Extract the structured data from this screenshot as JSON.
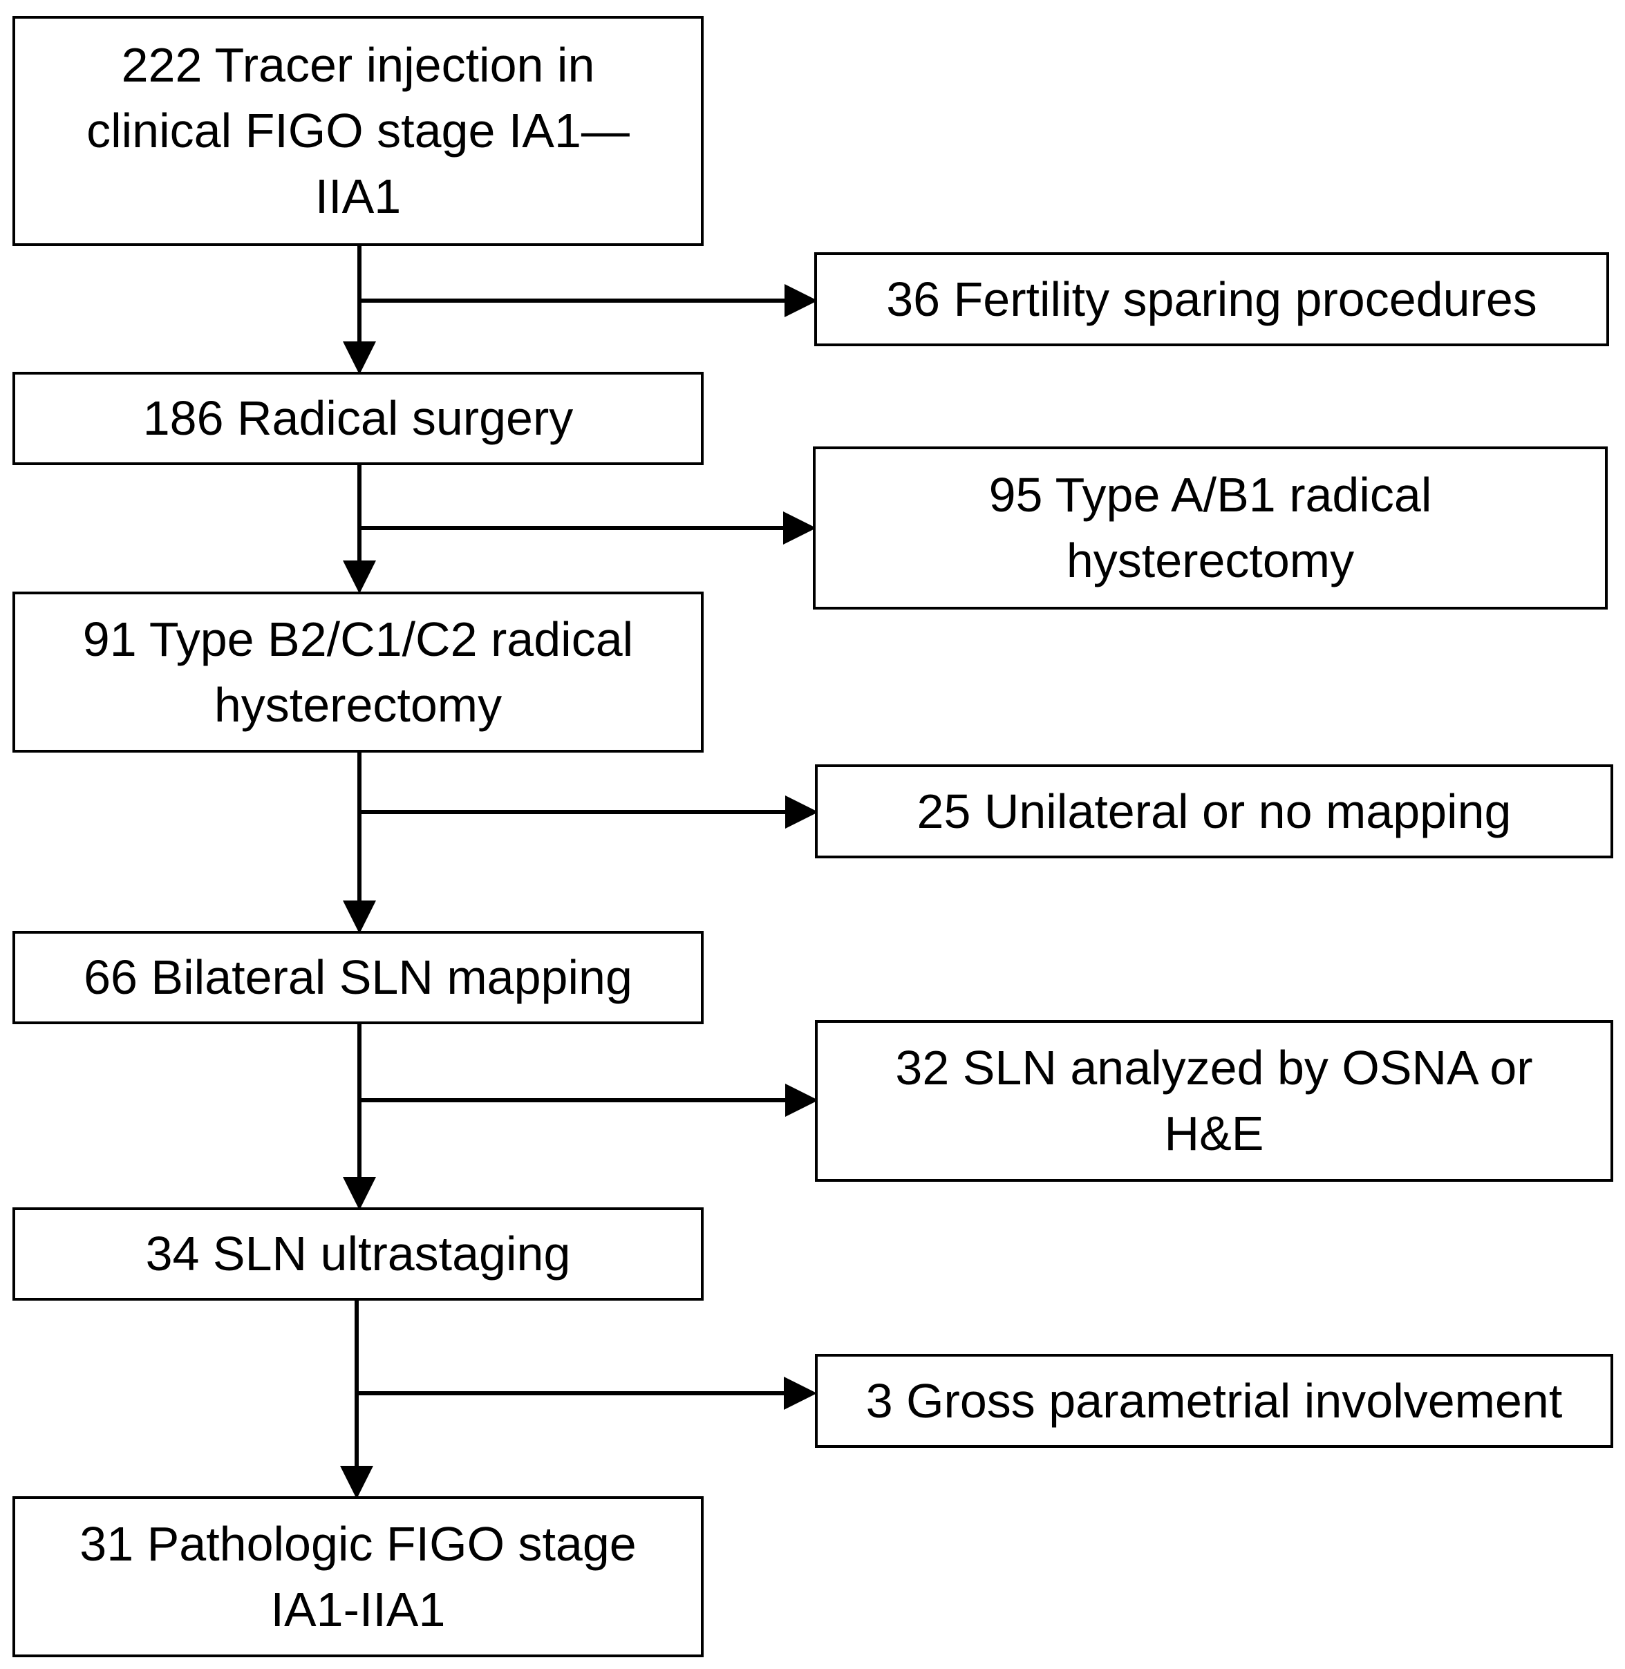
{
  "flowchart": {
    "main_boxes": [
      {
        "id": "tracer",
        "text": "222 Tracer injection in\nclinical FIGO stage IA1—\nIIA1"
      },
      {
        "id": "radical-surgery",
        "text": "186 Radical surgery"
      },
      {
        "id": "type-b2",
        "text": "91 Type B2/C1/C2 radical\nhysterectomy"
      },
      {
        "id": "bilateral",
        "text": "66 Bilateral SLN mapping"
      },
      {
        "id": "ultrastaging",
        "text": "34 SLN ultrastaging"
      },
      {
        "id": "pathologic",
        "text": "31 Pathologic FIGO stage\nIA1-IIA1"
      }
    ],
    "exclusion_boxes": [
      {
        "id": "fertility",
        "text": "36 Fertility sparing procedures"
      },
      {
        "id": "type-a",
        "text": "95 Type A/B1 radical\nhysterectomy"
      },
      {
        "id": "unilateral",
        "text": "25 Unilateral or no mapping"
      },
      {
        "id": "osna",
        "text": "32 SLN analyzed by OSNA or\nH&E"
      },
      {
        "id": "gross",
        "text": "3 Gross parametrial involvement"
      }
    ],
    "line_color": "#000000"
  }
}
